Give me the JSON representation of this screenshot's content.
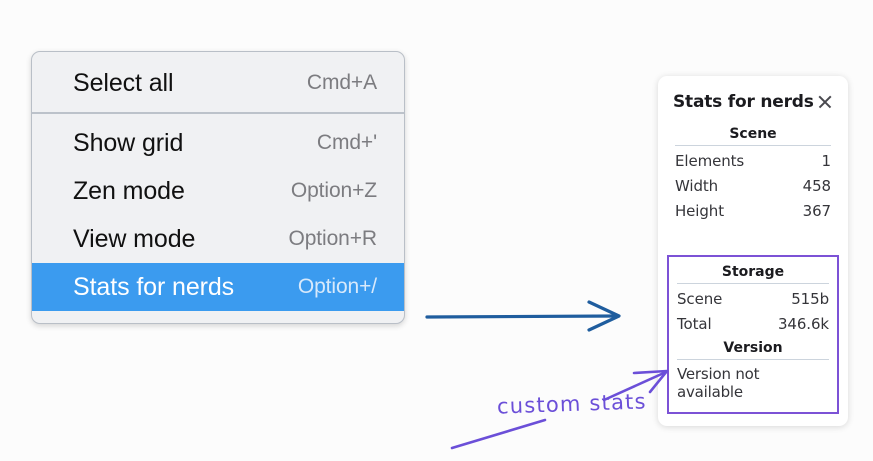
{
  "menu": {
    "groups": [
      {
        "items": [
          {
            "label": "Select all",
            "shortcut": "Cmd+A",
            "selected": false
          }
        ]
      },
      {
        "items": [
          {
            "label": "Show grid",
            "shortcut": "Cmd+'",
            "selected": false
          },
          {
            "label": "Zen mode",
            "shortcut": "Option+Z",
            "selected": false
          },
          {
            "label": "View mode",
            "shortcut": "Option+R",
            "selected": false
          },
          {
            "label": "Stats for nerds",
            "shortcut": "Option+/",
            "selected": true
          }
        ]
      }
    ],
    "selected_item": "Stats for nerds",
    "highlight_color": "#3b9bef"
  },
  "stats_panel": {
    "title": "Stats for nerds",
    "close_icon": "close-icon",
    "sections": [
      {
        "title": "Scene",
        "rows": [
          {
            "key": "Elements",
            "value": "1"
          },
          {
            "key": "Width",
            "value": "458"
          },
          {
            "key": "Height",
            "value": "367"
          }
        ]
      },
      {
        "title": "Storage",
        "rows": [
          {
            "key": "Scene",
            "value": "515b"
          },
          {
            "key": "Total",
            "value": "346.6k"
          }
        ]
      },
      {
        "title": "Version",
        "text": "Version not available"
      }
    ],
    "highlight_border_color": "#7c52d6"
  },
  "annotations": {
    "hand_label": "custom stats",
    "hand_color": "#6b4fd8",
    "arrow_color": "#1f5d9e"
  }
}
